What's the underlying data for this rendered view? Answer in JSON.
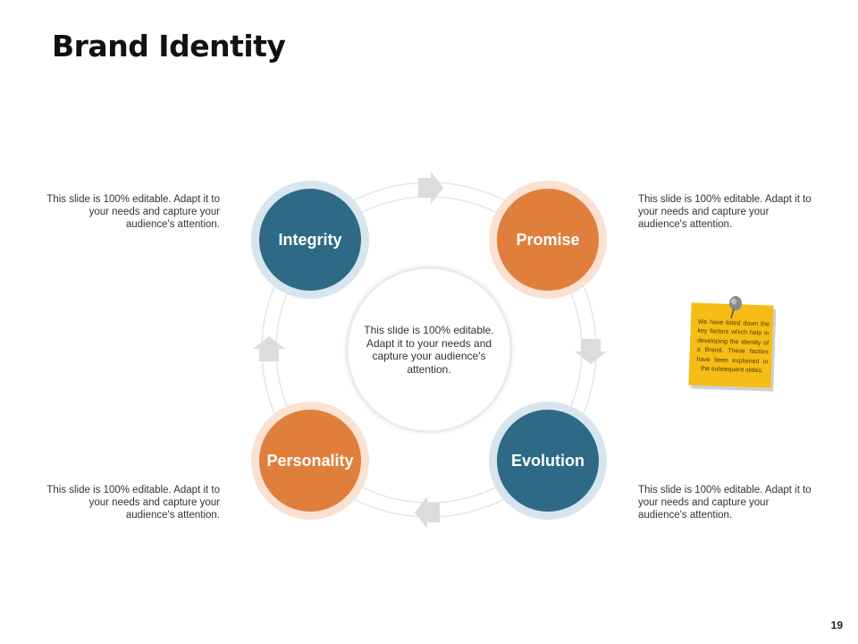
{
  "slide": {
    "title": "Brand Identity",
    "page_number": "19"
  },
  "diagram": {
    "center_text": "This slide is 100% editable. Adapt it to your needs and capture your audience's attention.",
    "nodes": [
      {
        "label": "Integrity",
        "color": "#2e6a86",
        "halo": "#d6e5ee"
      },
      {
        "label": "Promise",
        "color": "#e07f3c",
        "halo": "#fae1d1"
      },
      {
        "label": "Evolution",
        "color": "#2e6a86",
        "halo": "#d6e5ee"
      },
      {
        "label": "Personality",
        "color": "#e07f3c",
        "halo": "#fae1d1"
      }
    ],
    "arrow_color": "#dcdcdc",
    "ring_color": "#e6e6e6"
  },
  "descriptions": {
    "top_left": "This slide is 100% editable. Adapt it to your needs and capture your audience's attention.",
    "top_right": "This slide is 100% editable. Adapt it to your needs and capture your audience's attention.",
    "bottom_left": "This slide is 100% editable. Adapt it to your needs and capture your audience's attention.",
    "bottom_right": "This slide is 100% editable. Adapt it to your needs and capture your audience's attention."
  },
  "sticky_note": {
    "text": "We have listed down the key factors which help in developing the identity of a Brand. These factors have been explained in the subsequent slides.",
    "color": "#f5bd15"
  }
}
